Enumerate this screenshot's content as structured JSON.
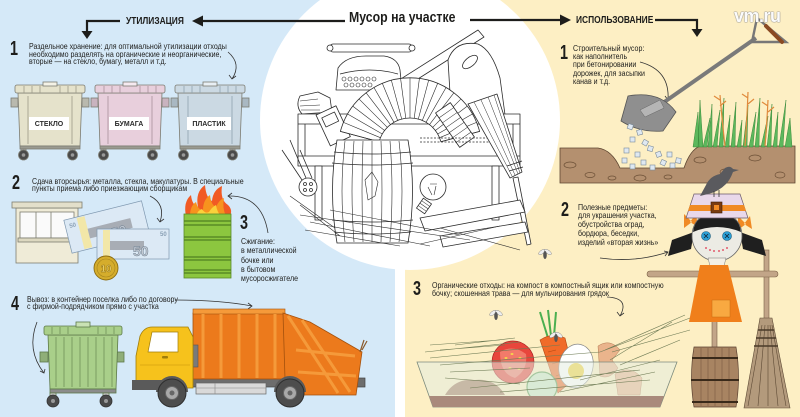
{
  "header": {
    "title": "Мусор на участке",
    "left_section": "УТИЛИЗАЦИЯ",
    "right_section": "ИСПОЛЬЗОВАНИЕ"
  },
  "watermark": "vm.ru",
  "colors": {
    "left_panel": "#d5e9f8",
    "right_panel": "#fdefc4",
    "center": "#ffffff",
    "text": "#1d1d1b"
  },
  "disposal": {
    "items": [
      {
        "number": "1",
        "lines": [
          "Раздельное хранение: для оптимальной утилизации отходы",
          "необходимо разделять на органические и неорганические,",
          "вторые — на стекло, бумагу, металл и т.д."
        ]
      },
      {
        "number": "2",
        "lines": [
          "Сдача вторсырья: металла, стекла, макулатуры. В специальные",
          "пункты приема либо приезжающим сборщикам"
        ]
      },
      {
        "number": "3",
        "lines": [
          "Сжигание:",
          "в металлической",
          "бочке или",
          "в бытовом",
          "мусоросжигателе"
        ]
      },
      {
        "number": "4",
        "lines": [
          "Вывоз: в контейнер поселка либо по договору",
          "с фирмой-подрядчиком прямо с участка"
        ]
      }
    ],
    "bins": [
      {
        "label": "СТЕКЛО",
        "color": "#e5e2cb"
      },
      {
        "label": "БУМАГА",
        "color": "#e8cfdc"
      },
      {
        "label": "ПЛАСТИК",
        "color": "#cbd9e3"
      }
    ],
    "banknote_value": "50",
    "coin_value": "10"
  },
  "usage": {
    "items": [
      {
        "number": "1",
        "lines": [
          "Строительный мусор:",
          "как наполнитель",
          "при бетонировании",
          "дорожек, для засыпки",
          "канав и т.д."
        ]
      },
      {
        "number": "2",
        "lines": [
          "Полезные предметы:",
          "для украшения участка,",
          "обустройства оград,",
          "бордюра, беседки,",
          "изделий «вторая жизнь»"
        ]
      },
      {
        "number": "3",
        "lines": [
          "Органические отходы: на компост в компостный ящик или компостную",
          "бочку; скошенная трава — для мульчирования грядок"
        ]
      }
    ]
  }
}
